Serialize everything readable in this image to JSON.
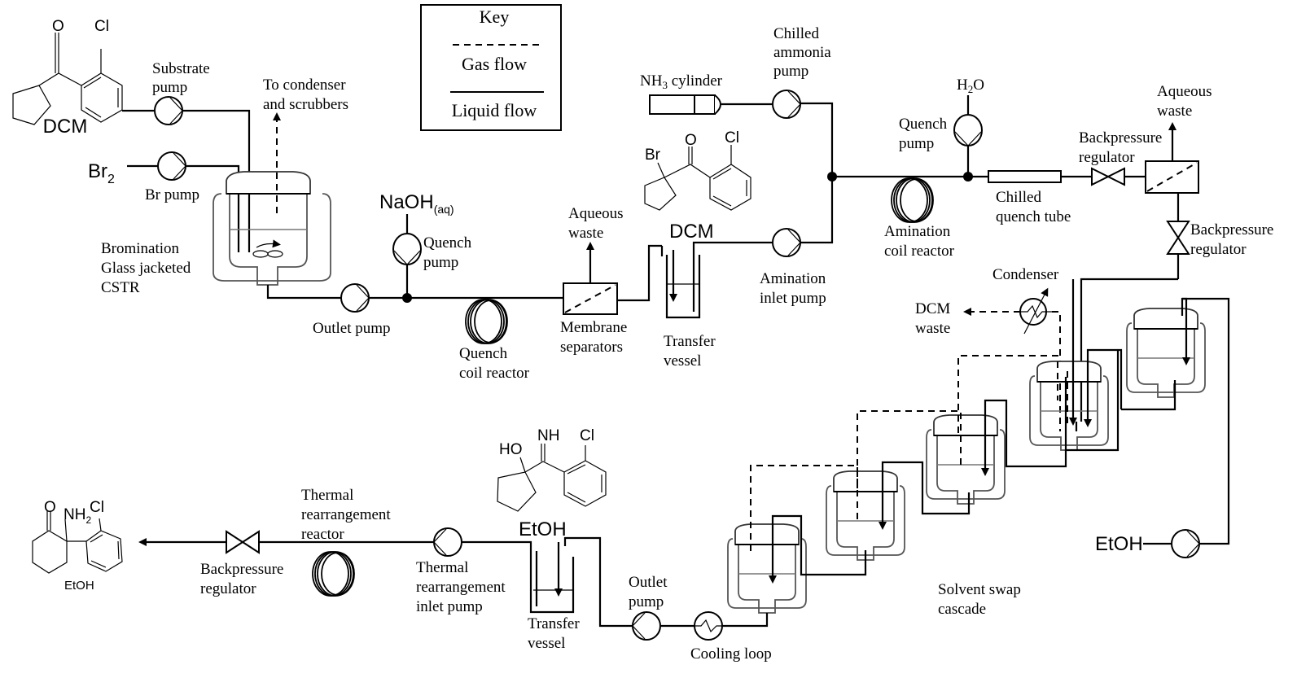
{
  "key": {
    "title": "Key",
    "gas_flow": "Gas flow",
    "liquid_flow": "Liquid flow"
  },
  "stage1": {
    "feed_solvent": "DCM",
    "bromine": "Br",
    "bromine_sub": "2",
    "substrate_pump": [
      "Substrate",
      "pump"
    ],
    "br_pump": "Br pump",
    "to_condenser": [
      "To condenser",
      "and scrubbers"
    ],
    "reactor": [
      "Bromination",
      "Glass jacketed",
      "CSTR"
    ],
    "outlet_pump": "Outlet pump",
    "naoh": "NaOH",
    "naoh_sub": "(aq)",
    "quench_pump": [
      "Quench",
      "pump"
    ],
    "quench_coil": [
      "Quench",
      "coil reactor"
    ],
    "aqueous_waste": [
      "Aqueous",
      "waste"
    ],
    "membrane": [
      "Membrane",
      "separators"
    ],
    "transfer_solvent": "DCM",
    "transfer_vessel": [
      "Transfer",
      "vessel"
    ]
  },
  "stage2": {
    "nh3_cylinder": "NH",
    "nh3_sub": "3",
    "nh3_suffix": " cylinder",
    "ammonia_pump": [
      "Chilled",
      "ammonia",
      "pump"
    ],
    "amination_inlet_pump": [
      "Amination",
      "inlet pump"
    ],
    "amination_coil": [
      "Amination",
      "coil reactor"
    ],
    "h2o": "H",
    "h2o_sub": "2",
    "h2o_suffix": "O",
    "quench_pump": [
      "Quench",
      "pump"
    ],
    "quench_tube": [
      "Chilled",
      "quench tube"
    ],
    "bpr_1": [
      "Backpressure",
      "regulator"
    ],
    "aqueous_waste": [
      "Aqueous",
      "waste"
    ],
    "bpr_2": [
      "Backpressure",
      "regulator"
    ]
  },
  "stage3": {
    "condenser": "Condenser",
    "dcm_waste": [
      "DCM",
      "waste"
    ],
    "cascade": [
      "Solvent swap",
      "cascade"
    ],
    "etoh_feed": "EtOH",
    "cooling_loop": "Cooling loop",
    "outlet_pump": [
      "Outlet",
      "pump"
    ],
    "transfer_solvent": "EtOH",
    "transfer_vessel": [
      "Transfer",
      "vessel"
    ],
    "thermal_pump": [
      "Thermal",
      "rearrangement",
      "inlet pump"
    ],
    "thermal_reactor": [
      "Thermal",
      "rearrangement",
      "reactor"
    ],
    "bpr": [
      "Backpressure",
      "regulator"
    ],
    "product_solvent": "EtOH"
  },
  "molecules": {
    "substrate": {
      "O": "O",
      "Cl": "Cl"
    },
    "bromoketone": {
      "Br": "Br",
      "O": "O",
      "Cl": "Cl"
    },
    "hydroxyimine": {
      "HO": "HO",
      "NH": "NH",
      "Cl": "Cl"
    },
    "product": {
      "O": "O",
      "NH": "NH",
      "NH_sub": "2",
      "Cl": "Cl"
    }
  }
}
